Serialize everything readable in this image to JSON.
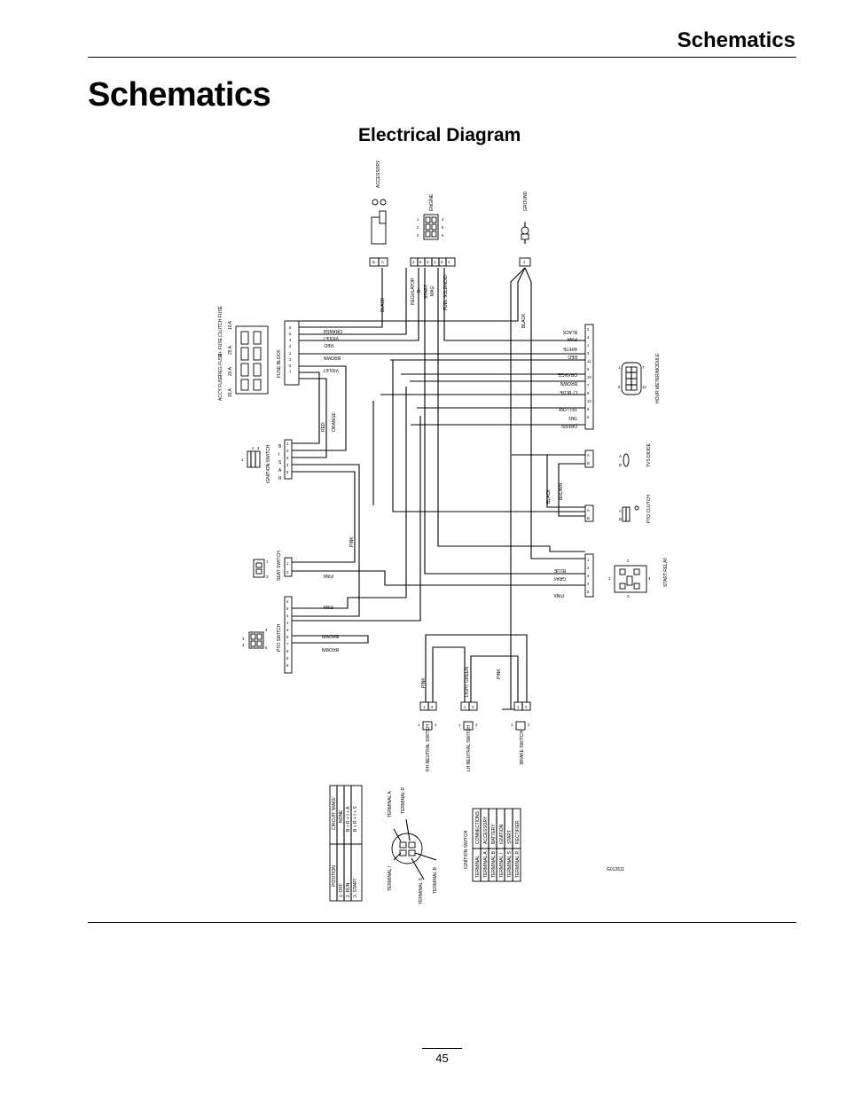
{
  "header": {
    "section": "Schematics"
  },
  "page": {
    "title": "Schematics",
    "section_title": "Electrical Diagram",
    "number": "45"
  },
  "diagram": {
    "components": {
      "accessory": "ACCESSORY",
      "engine": "ENGINE",
      "ground": "GROUND",
      "fuse_block": "FUSE BLOCK",
      "ignition_switch": "IGNITION SWITCH",
      "seat_switch": "SEAT SWITCH",
      "pto_switch": "PTO SWITCH",
      "hour_meter_module": "HOUR METER/MODULE",
      "tvs_diode": "TVS DIODE",
      "pto_clutch": "PTO CLUTCH",
      "start_relay": "START RELAY",
      "rh_neutral_switch": "RH NEUTRAL SWITCH",
      "lh_neutral_switch": "LH NEUTRAL SWITCH",
      "brake_switch": "BRAKE SWITCH"
    },
    "fuses": [
      {
        "name": "ACCY FUSE",
        "rating": "15 A"
      },
      {
        "name": "REG FUSE",
        "rating": "20 A"
      },
      {
        "name": "B+ FUSE",
        "rating": "25 A"
      },
      {
        "name": "CLUTCH FUSE",
        "rating": "10 A"
      }
    ],
    "engine_leads": [
      "REGULATOR",
      "B+",
      "START",
      "MAG",
      "FUEL SOLENOID"
    ],
    "wire_colors": {
      "black": "BLACK",
      "red": "RED",
      "orange": "ORANGE",
      "violet": "VIOLET",
      "brown": "BROWN",
      "white": "WHITE",
      "pink": "PINK",
      "gray": "GRAY",
      "blue": "BLUE",
      "tan": "TAN",
      "green": "GREEN",
      "yellow": "YELLOW",
      "light_green": "LIGHT GREEN",
      "lt_blue": "LT BLUE"
    },
    "ignition_letters": [
      "R",
      "A",
      "S",
      "I",
      "B"
    ],
    "position_table": {
      "headers": [
        "POSITION",
        "CIRCUIT 'MAKE'"
      ],
      "rows": [
        [
          "1. OFF",
          "NONE"
        ],
        [
          "2. RUN",
          "B + R + I + A"
        ],
        [
          "3. START",
          "B + R + I + S"
        ]
      ]
    },
    "terminals": {
      "a": "TERMINAL A",
      "r": "TERMINAL R",
      "i": "TERMINAL I",
      "s": "TERMINAL S",
      "b": "TERMINAL B"
    },
    "ignition_table": {
      "title": "IGNITION SWITCH",
      "headers": [
        "TERMINAL",
        "CONNECTIONS"
      ],
      "rows": [
        [
          "TERMINAL A",
          "ACCESSORY"
        ],
        [
          "TERMINAL B",
          "BATTERY"
        ],
        [
          "TERMINAL I",
          "IGNITION"
        ],
        [
          "TERMINAL S",
          "START"
        ],
        [
          "TERMINAL R",
          "RECTIFIER"
        ]
      ]
    },
    "figure_id": "G012611"
  }
}
